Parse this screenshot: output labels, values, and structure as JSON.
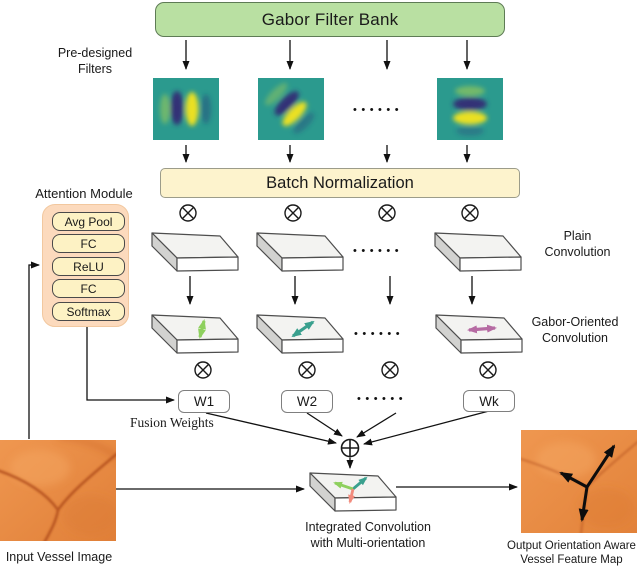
{
  "gabor_bank": {
    "label": "Gabor Filter Bank"
  },
  "pre_designed": {
    "line1": "Pre-designed",
    "line2": "Filters"
  },
  "batch_norm": {
    "label": "Batch Normalization"
  },
  "attention": {
    "title": "Attention Module",
    "layers": [
      "Avg Pool",
      "FC",
      "ReLU",
      "FC",
      "Softmax"
    ]
  },
  "plain_conv_label": {
    "line1": "Plain",
    "line2": "Convolution"
  },
  "gabor_conv_label": {
    "line1": "Gabor-Oriented",
    "line2": "Convolution"
  },
  "fusion": {
    "label": "Fusion Weights",
    "weights": [
      "W1",
      "W2",
      "Wk"
    ]
  },
  "integrated_label": {
    "line1": "Integrated Convolution",
    "line2": "with Multi-orientation"
  },
  "input_caption": "Input Vessel Image",
  "output_caption": {
    "line1": "Output Orientation Aware",
    "line2": "Vessel Feature Map"
  },
  "ellipsis": "••••••",
  "colors": {
    "bank_fill": "#b9e0a2",
    "bn_fill": "#fdf3cd",
    "attention_fill": "#fcdabd",
    "layer_fill": "#fdf2c4",
    "arrow_green": "#8ed05e",
    "arrow_teal": "#3aa08e",
    "arrow_plum": "#b66ba3",
    "arrow_salmon": "#f28b7d"
  }
}
